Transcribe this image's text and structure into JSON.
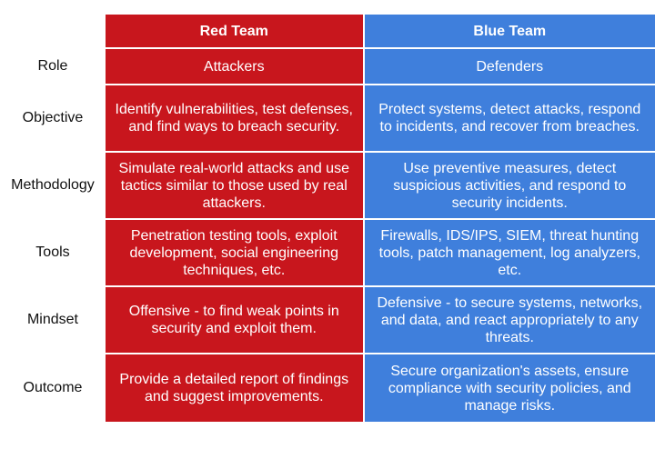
{
  "header": {
    "red_team": "Red Team",
    "blue_team": "Blue Team"
  },
  "rows": [
    {
      "label": "Role",
      "red": "Attackers",
      "blue": "Defenders"
    },
    {
      "label": "Objective",
      "red": "Identify vulnerabilities, test defenses, and find ways to breach security.",
      "blue": "Protect systems, detect attacks, respond to incidents, and recover from breaches."
    },
    {
      "label": "Methodology",
      "red": "Simulate real-world attacks and use tactics similar to those used by real attackers.",
      "blue": "Use preventive measures, detect suspicious activities, and respond to security incidents."
    },
    {
      "label": "Tools",
      "red": "Penetration testing tools, exploit development, social engineering techniques, etc.",
      "blue": "Firewalls, IDS/IPS, SIEM, threat hunting tools, patch management, log analyzers, etc."
    },
    {
      "label": "Mindset",
      "red": "Offensive - to find weak points in security and exploit them.",
      "blue": "Defensive - to secure systems, networks, and data, and react appropriately to any threats."
    },
    {
      "label": "Outcome",
      "red": "Provide a detailed report of findings and suggest improvements.",
      "blue": "Secure organization's assets, ensure compliance with security policies, and manage risks."
    }
  ],
  "colors": {
    "red_team": "#c8161d",
    "blue_team": "#3f7fdc"
  }
}
